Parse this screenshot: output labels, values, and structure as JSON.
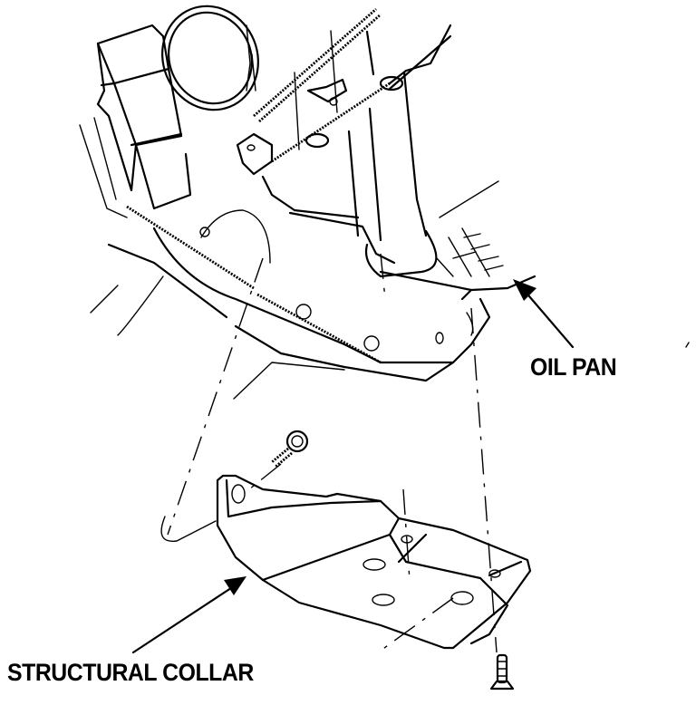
{
  "diagram": {
    "subject": "Engine oil pan and structural collar installation",
    "callouts": [
      {
        "id": "oil-pan",
        "label": "OIL PAN"
      },
      {
        "id": "structural-collar",
        "label": "STRUCTURAL COLLAR"
      }
    ],
    "colors": {
      "line": "#000000",
      "background": "#ffffff"
    }
  }
}
